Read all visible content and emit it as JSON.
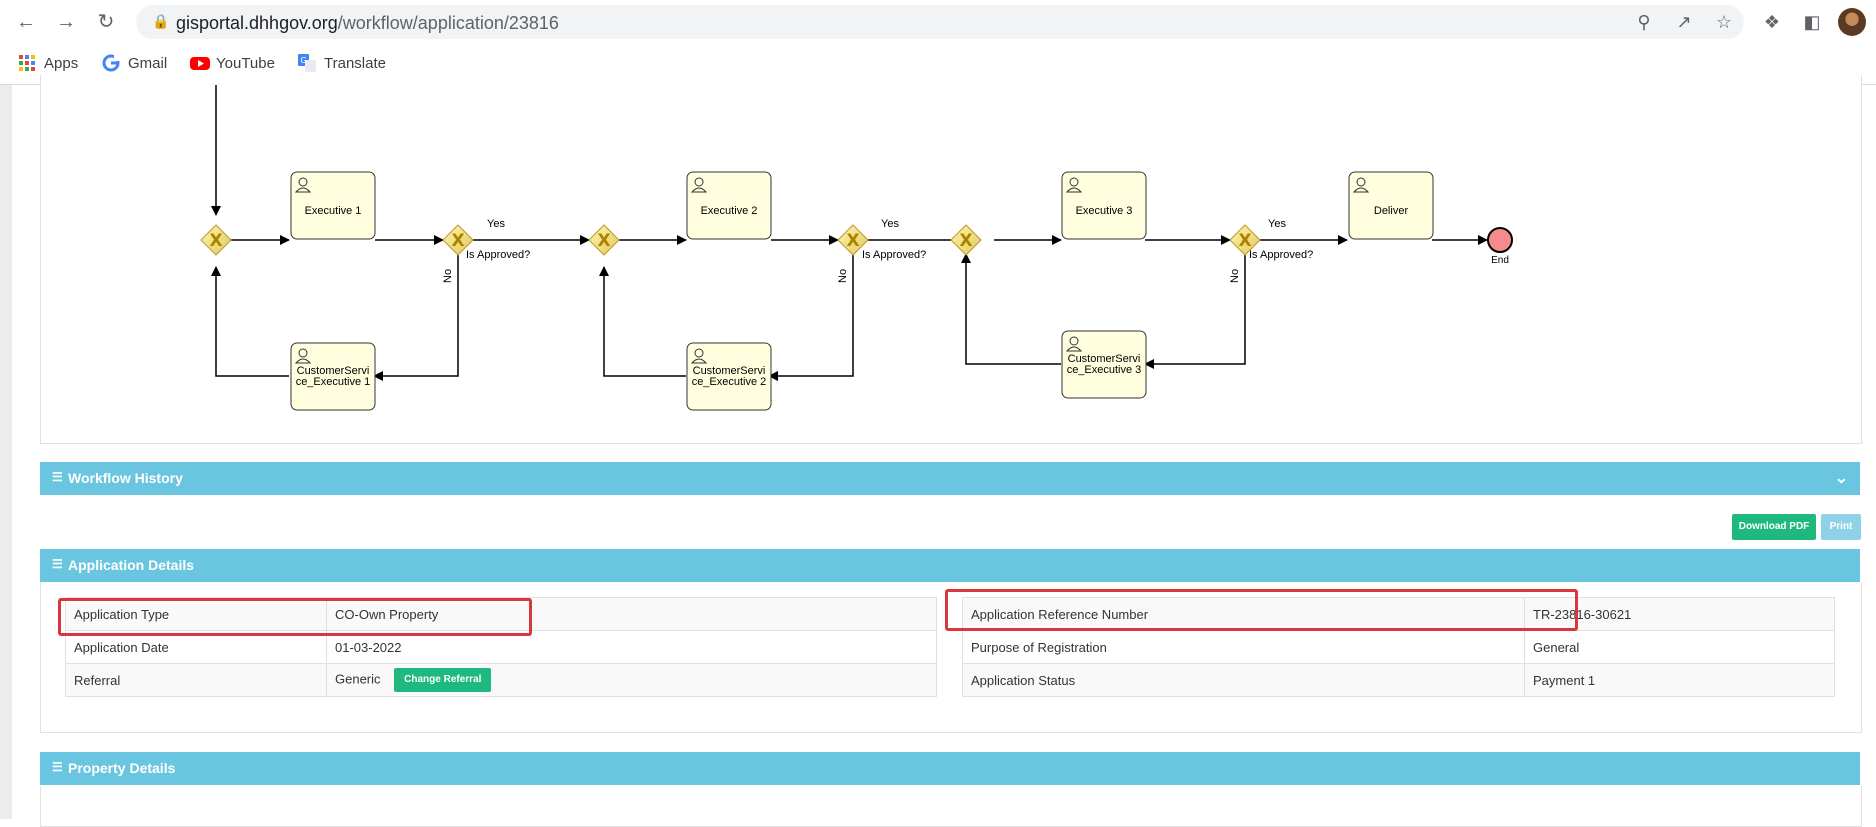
{
  "browser": {
    "url_domain": "gisportal.dhhgov.org",
    "url_path": "/workflow/application/23816",
    "bookmarks": [
      "Apps",
      "Gmail",
      "YouTube",
      "Translate"
    ]
  },
  "diagram": {
    "tasks": {
      "exec1": "Executive 1",
      "exec2": "Executive 2",
      "exec3": "Executive 3",
      "deliver": "Deliver",
      "cs1": "CustomerServi ce_Executive 1",
      "cs2": "CustomerServi ce_Executive 2",
      "cs3": "CustomerServi ce_Executive 3"
    },
    "yes_label": "Yes",
    "no_label": "No",
    "question_label": "Is Approved?",
    "end_label": "End"
  },
  "workflow_history": {
    "title": "Workflow History"
  },
  "actions": {
    "download_pdf": "Download PDF",
    "print": "Print"
  },
  "application_details": {
    "title": "Application Details",
    "left_rows": [
      {
        "label": "Application Type",
        "value": "CO-Own Property"
      },
      {
        "label": "Application Date",
        "value": "01-03-2022"
      },
      {
        "label": "Referral",
        "value": "Generic",
        "button": "Change Referral"
      }
    ],
    "right_rows": [
      {
        "label": "Application Reference Number",
        "value": "TR-23816-30621"
      },
      {
        "label": "Purpose of Registration",
        "value": "General"
      },
      {
        "label": "Application Status",
        "value": "Payment 1"
      }
    ]
  },
  "property_details": {
    "title": "Property Details"
  },
  "colors": {
    "section_bar": "#69c5e0",
    "green_button": "#1fb97f",
    "highlight": "#d9363e"
  }
}
